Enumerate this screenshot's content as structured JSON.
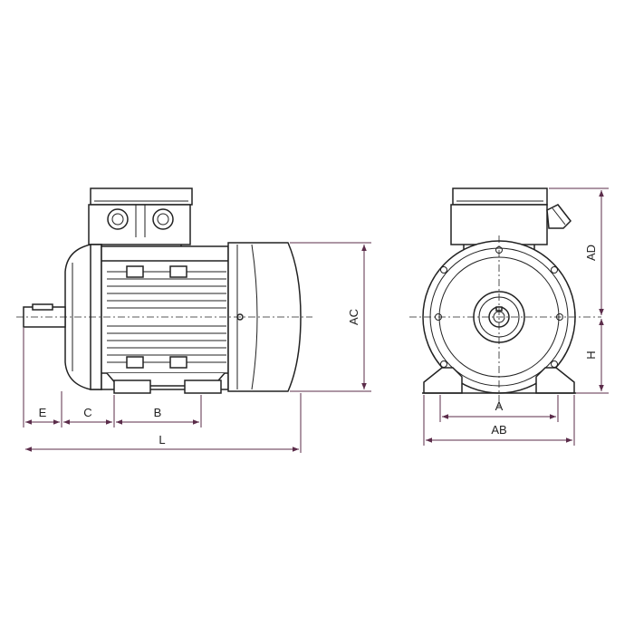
{
  "dimensions": {
    "E": "E",
    "C": "C",
    "B": "B",
    "L": "L",
    "AC": "AC",
    "AD": "AD",
    "H": "H",
    "A": "A",
    "AB": "AB"
  },
  "colors": {
    "outline": "#222222",
    "dimension": "#5b2c4a",
    "background": "#ffffff"
  }
}
